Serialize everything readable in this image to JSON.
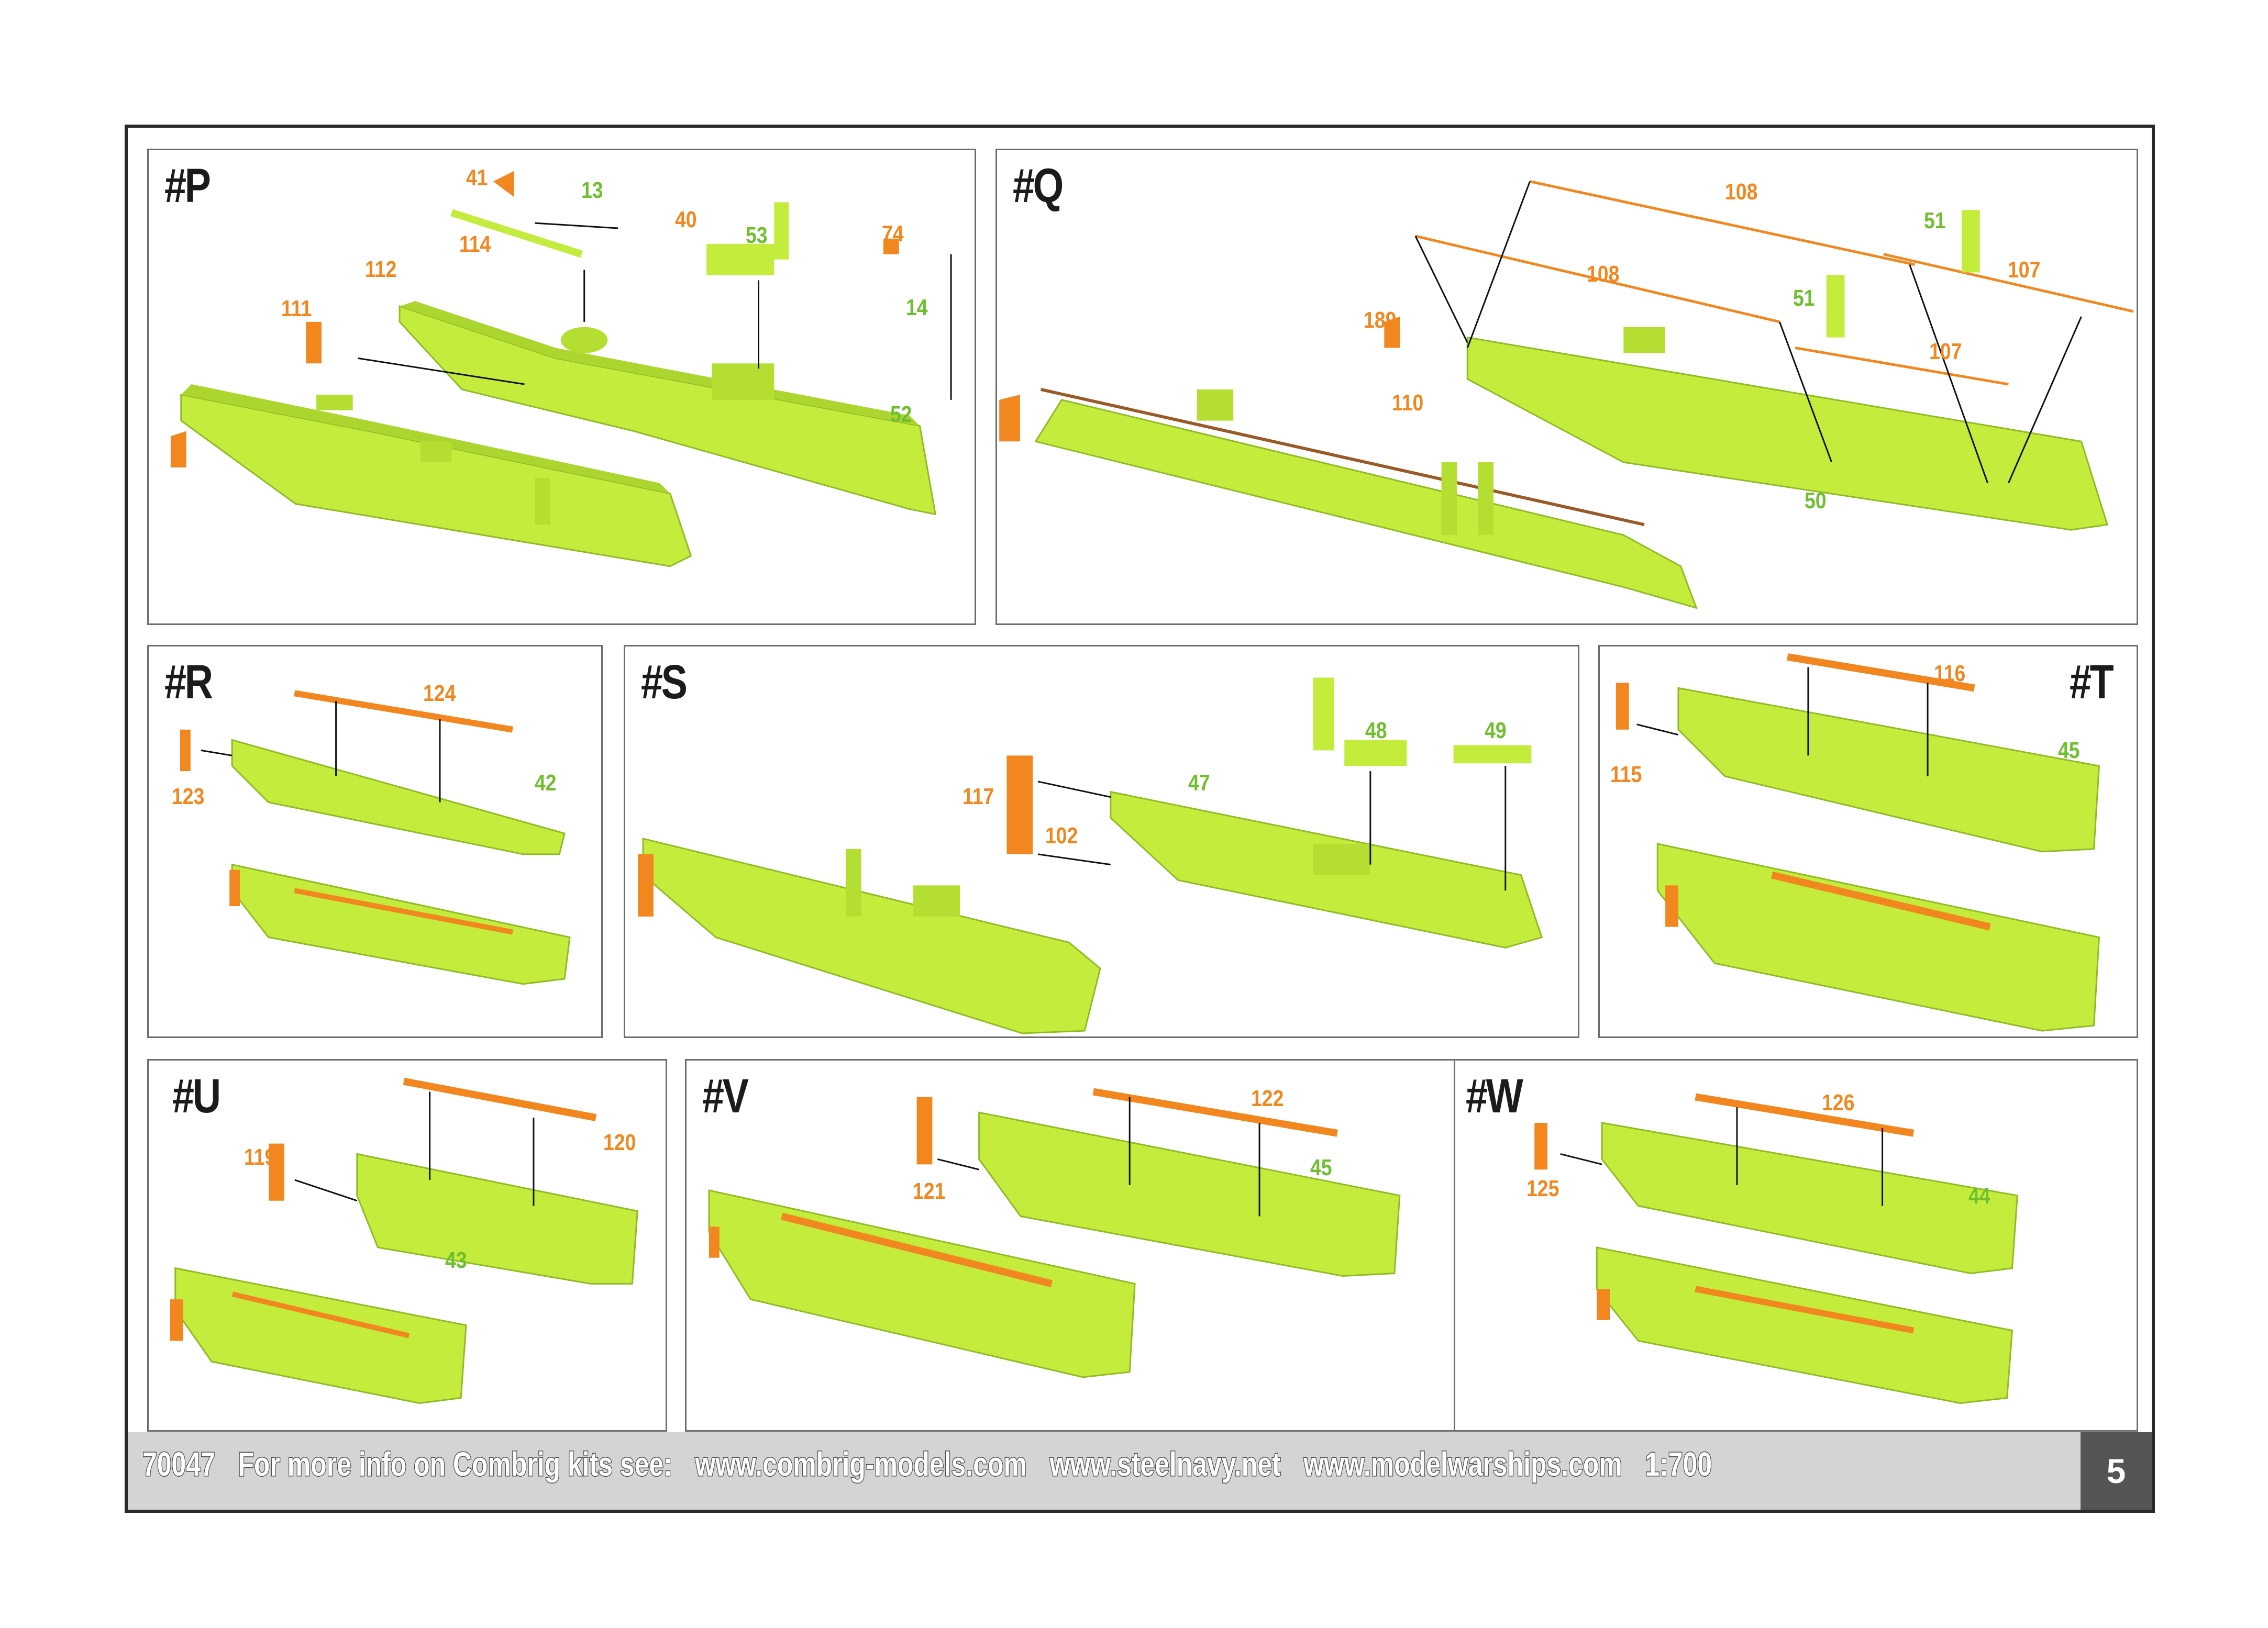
{
  "panels": {
    "P": {
      "title": "#P",
      "labels": {
        "l41": "41",
        "l13": "13",
        "l40": "40",
        "l114": "114",
        "l53": "53",
        "l74": "74",
        "l112": "112",
        "l111": "111",
        "l14": "14",
        "l52": "52"
      }
    },
    "Q": {
      "title": "#Q",
      "labels": {
        "l108a": "108",
        "l51a": "51",
        "l108b": "108",
        "l107a": "107",
        "l189": "189",
        "l51b": "51",
        "l107b": "107",
        "l110": "110",
        "l50": "50"
      }
    },
    "R": {
      "title": "#R",
      "labels": {
        "l124": "124",
        "l123": "123",
        "l42": "42"
      }
    },
    "S": {
      "title": "#S",
      "labels": {
        "l48": "48",
        "l49": "49",
        "l117": "117",
        "l47": "47",
        "l102": "102"
      }
    },
    "T": {
      "title": "#T",
      "labels": {
        "l116": "116",
        "l115": "115",
        "l45": "45"
      }
    },
    "U": {
      "title": "#U",
      "labels": {
        "l120": "120",
        "l119": "119",
        "l43": "43"
      }
    },
    "V": {
      "title": "#V",
      "labels": {
        "l122": "122",
        "l45": "45",
        "l121": "121"
      }
    },
    "W": {
      "title": "#W",
      "labels": {
        "l126": "126",
        "l125": "125",
        "l44": "44"
      }
    }
  },
  "footer": {
    "kit": "70047",
    "info": "For more info on Combrig kits see:",
    "site1": "www.combrig-models.com",
    "site2": "www.steelnavy.net",
    "site3": "www.modelwarships.com",
    "scale": "1:700",
    "page": "5"
  },
  "colors": {
    "hull": "#c3ec3c",
    "hull_shade": "#9fcb2a",
    "photoetch": "#f2871f",
    "frame": "#2a2a2a",
    "footer_bg": "#d4d4d4"
  }
}
